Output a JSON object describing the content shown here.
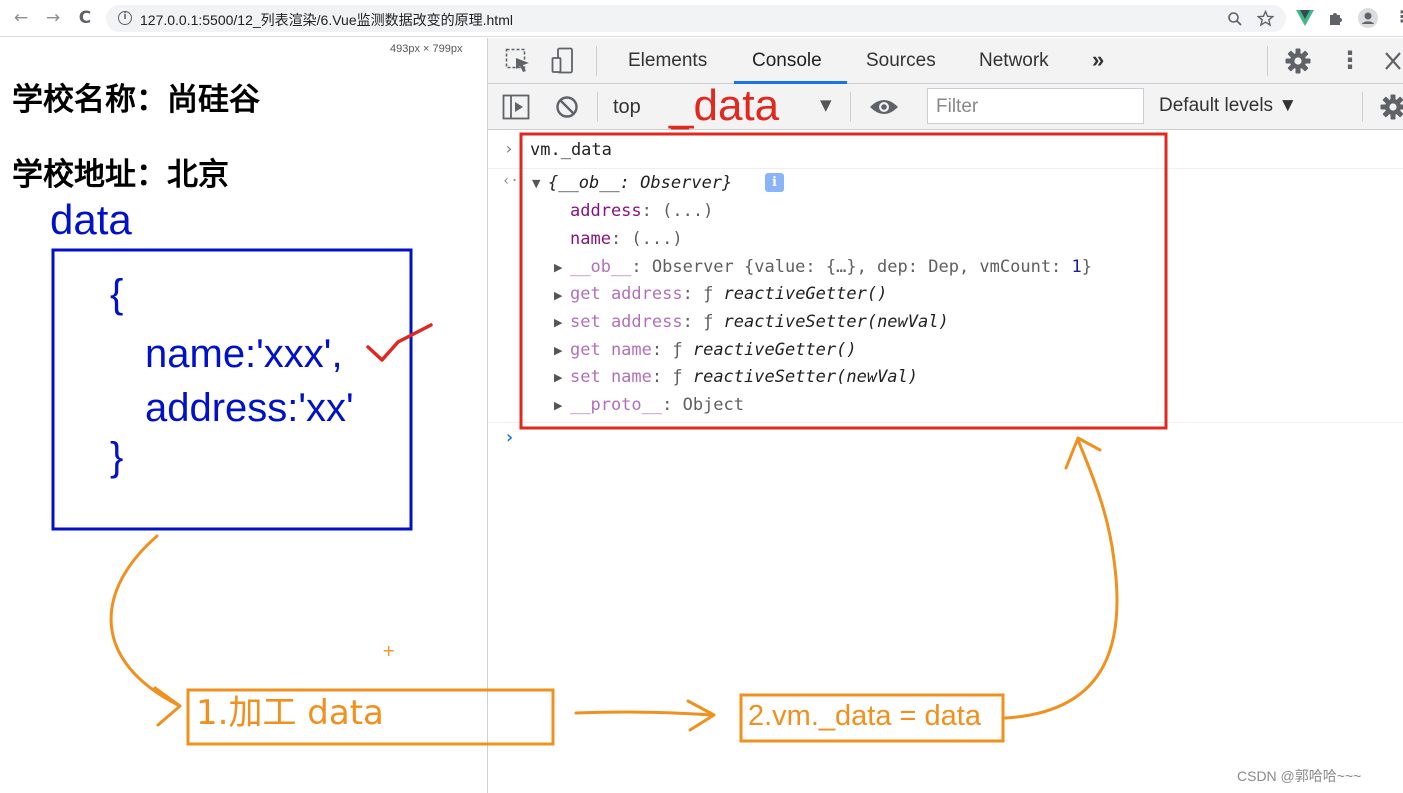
{
  "browser": {
    "url": "127.0.0.1:5500/12_列表渲染/6.Vue监测数据改变的原理.html",
    "back_icon": "←",
    "forward_icon": "→",
    "reload_icon": "C"
  },
  "page": {
    "viewport_dim": "493px × 799px",
    "school_name": "学校名称：尚硅谷",
    "school_address": "学校地址：北京"
  },
  "annotations": {
    "data_label": "data",
    "brace_open": "{",
    "line_name": "name:'xxx',",
    "line_address": "address:'xx'",
    "brace_close": "}",
    "step1": "1.加工 data",
    "step2": "2.vm._data = data",
    "underscore_data": "_data",
    "plus": "+",
    "watermark": "CSDN @郭哈哈~~~"
  },
  "devtools": {
    "tabs": [
      "Elements",
      "Console",
      "Sources",
      "Network",
      "»"
    ],
    "active_tab": "Console",
    "context": "top",
    "filter_placeholder": "Filter",
    "levels": "Default levels ▼"
  },
  "console": {
    "input": "vm._data",
    "summary_key": "__ob__",
    "summary_sep": ": ",
    "summary_val": "Observer",
    "address_key": "address",
    "address_val": ": (...)",
    "name_key": "name",
    "name_val": ": (...)",
    "ob_key": "__ob__",
    "ob_val": ": Observer {value: {…}, dep: Dep, vmCount: ",
    "ob_count": "1",
    "ob_end": "}",
    "get_address": "get address",
    "set_address": "set address",
    "get_name": "get name",
    "set_name": "set name",
    "f_sym": ": ƒ ",
    "getter": "reactiveGetter()",
    "setter": "reactiveSetter(newVal)",
    "proto_key": "__proto__",
    "proto_val": ": Object"
  },
  "colors": {
    "blue_annot": "#0011c8",
    "red_annot": "#e0281e",
    "orange_annot": "#f0901e",
    "console_blue": "#1a73e8"
  }
}
